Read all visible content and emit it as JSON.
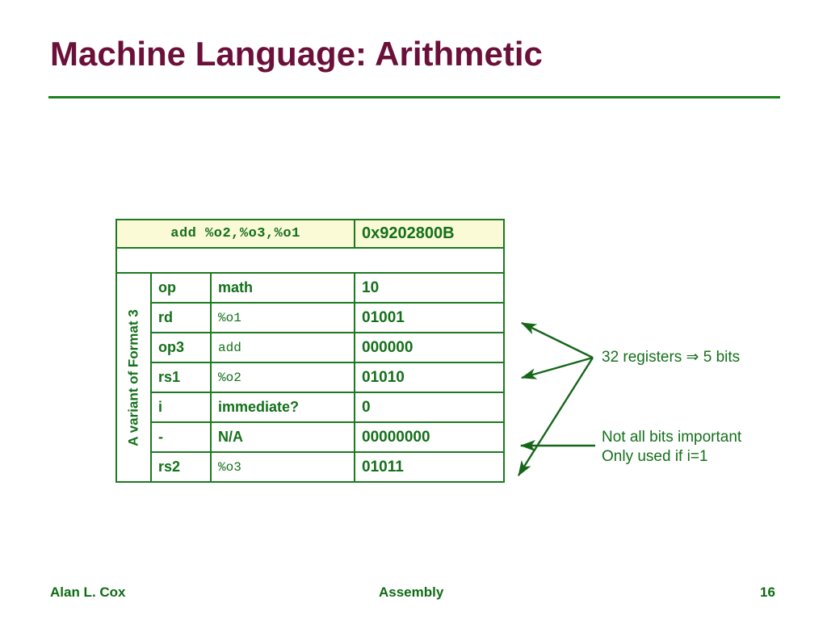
{
  "slide": {
    "title": "Machine Language: Arithmetic",
    "accent_green": "#14701A",
    "title_maroon": "#6B1039",
    "header_cream": "#FAFAD7"
  },
  "table": {
    "rotated_label": "A variant of Format 3",
    "header": {
      "assembly": "add %o2,%o3,%o1",
      "machine_hex": "0x9202800B"
    },
    "rows": [
      {
        "field": "op",
        "description": "math",
        "desc_style": "bold",
        "bits": "10"
      },
      {
        "field": "rd",
        "description": "%o1",
        "desc_style": "mono",
        "bits": "01001"
      },
      {
        "field": "op3",
        "description": "add",
        "desc_style": "mono",
        "bits": "000000"
      },
      {
        "field": "rs1",
        "description": "%o2",
        "desc_style": "mono",
        "bits": "01010"
      },
      {
        "field": "i",
        "description": "immediate?",
        "desc_style": "bold",
        "bits": "0"
      },
      {
        "field": "-",
        "description": "N/A",
        "desc_style": "bold",
        "bits": "00000000"
      },
      {
        "field": "rs2",
        "description": "%o3",
        "desc_style": "mono",
        "bits": "01011"
      }
    ]
  },
  "annotations": {
    "registers_note": "32 registers ⇒ 5 bits",
    "bits_note_line1": "Not all bits important",
    "bits_note_line2": "Only used if i=1"
  },
  "footer": {
    "author": "Alan L. Cox",
    "section": "Assembly",
    "page_number": "16"
  }
}
